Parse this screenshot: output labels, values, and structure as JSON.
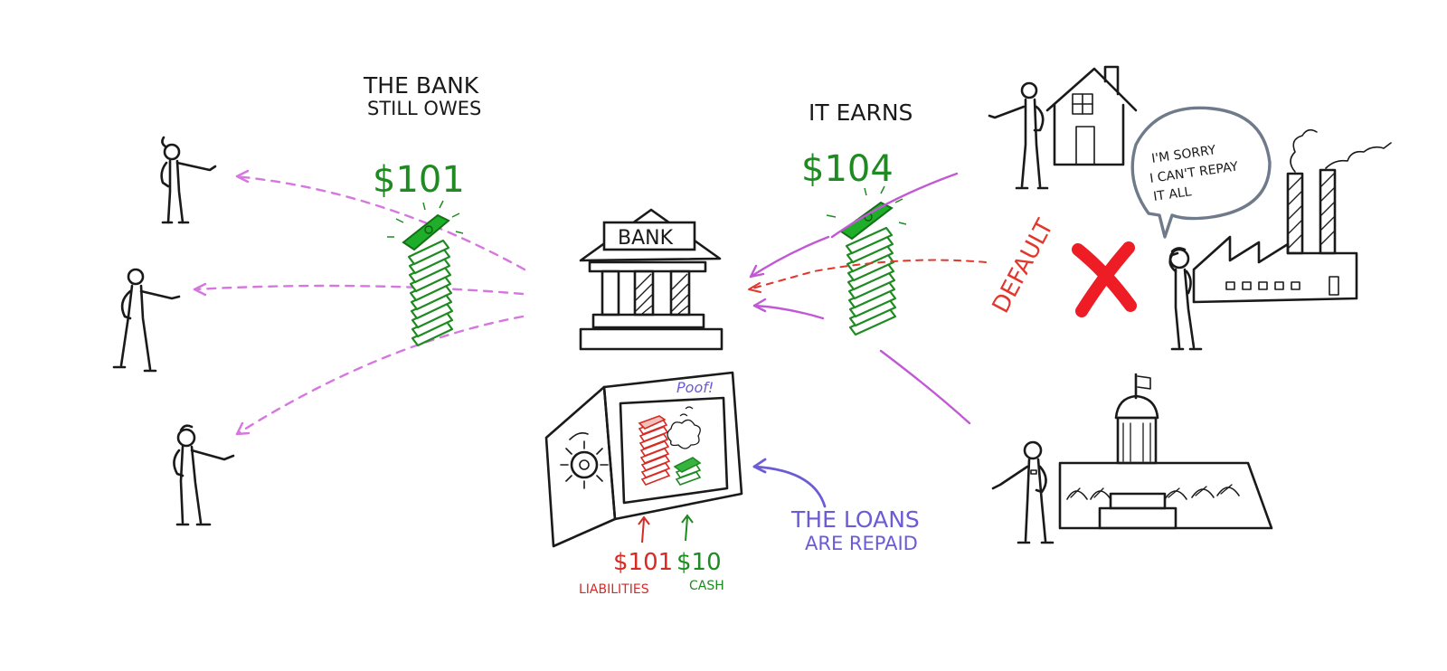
{
  "labels": {
    "bank_still_owes_line1": "THE BANK",
    "bank_still_owes_line2": "STILL OWES",
    "owes_amount": "$101",
    "it_earns": "IT EARNS",
    "earns_amount": "$104",
    "bank_sign": "BANK",
    "default": "DEFAULT",
    "speech_line1": "I'M SORRY",
    "speech_line2": "I CAN'T REPAY",
    "speech_line3": "IT ALL",
    "poof": "Poof!",
    "liabilities_amount": "$101",
    "liabilities_label": "LIABILITIES",
    "cash_amount": "$10",
    "cash_label": "CASH",
    "loans_repaid_line1": "THE LOANS",
    "loans_repaid_line2": "ARE REPAID"
  },
  "colors": {
    "ink": "#1a1a1a",
    "money_green": "#1f8a22",
    "depositor_arrows": "#d677e0",
    "loan_arrows": "#c05ad4",
    "default_red": "#e1372c",
    "repaid_purple": "#6b5bd6",
    "speech_bubble": "#6f7a8a"
  },
  "icons": [
    "person-icon",
    "money-stack-icon",
    "bank-building-icon",
    "vault-safe-icon",
    "house-icon",
    "factory-icon",
    "government-building-icon",
    "default-x-icon",
    "speech-bubble-icon"
  ]
}
